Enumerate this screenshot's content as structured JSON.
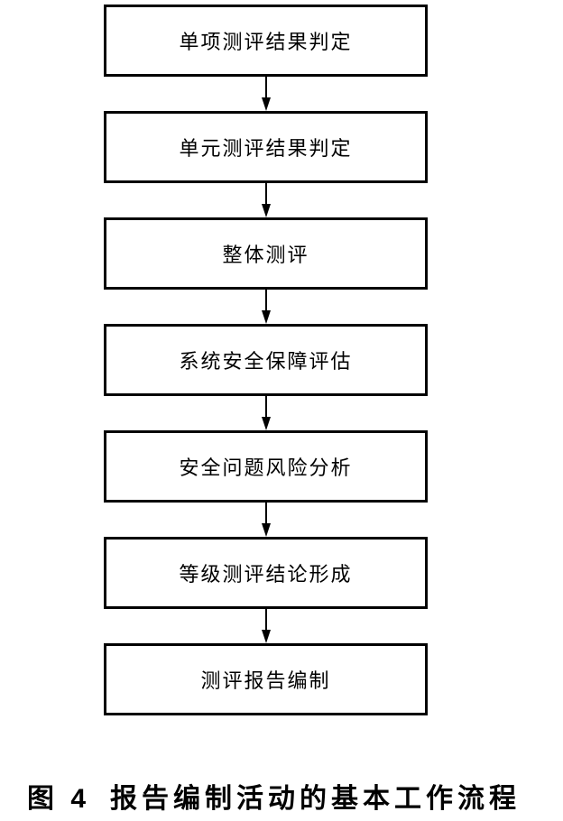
{
  "flowchart": {
    "steps": [
      {
        "label": "单项测评结果判定"
      },
      {
        "label": "单元测评结果判定"
      },
      {
        "label": "整体测评"
      },
      {
        "label": "系统安全保障评估"
      },
      {
        "label": "安全问题风险分析"
      },
      {
        "label": "等级测评结论形成"
      },
      {
        "label": "测评报告编制"
      }
    ]
  },
  "caption": {
    "figure_label": "图 4",
    "figure_title": "报告编制活动的基本工作流程"
  },
  "colors": {
    "line": "#000000",
    "background": "#ffffff"
  }
}
